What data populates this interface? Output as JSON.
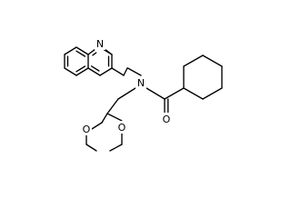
{
  "molecule": {
    "atom_labels": {
      "quinoline_n": "N",
      "amide_n": "N",
      "carbonyl_o": "O",
      "dioxane_o_left": "O",
      "dioxane_o_right": "O"
    }
  }
}
